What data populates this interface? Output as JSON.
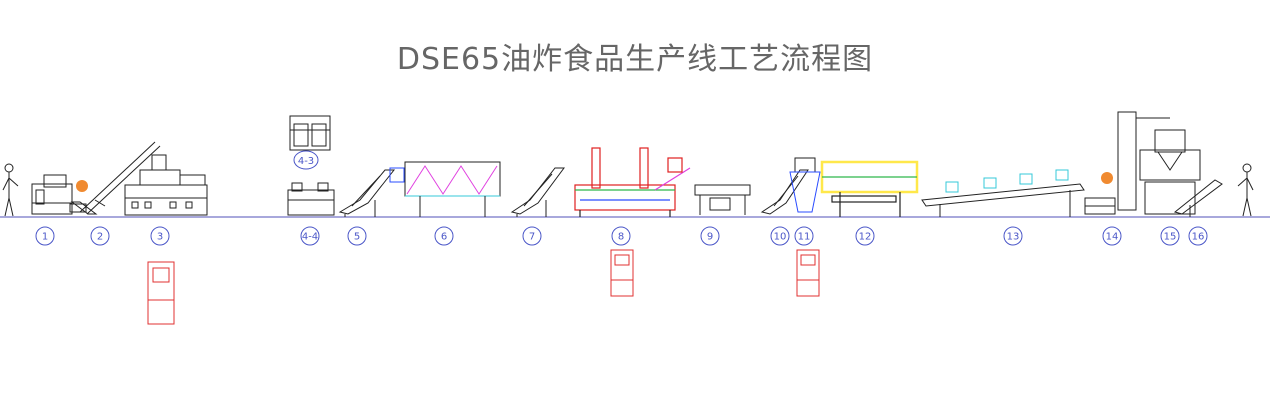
{
  "title": "DSE65油炸食品生产线工艺流程图",
  "colors": {
    "line": "#1a1a1a",
    "floor": "#8c8cd0",
    "label": "#4b57c8",
    "cabinet": "#e03030",
    "blue": "#2a4cff",
    "magenta": "#e040e0",
    "yellow": "#ffe84a",
    "cyan": "#36c8d8",
    "green": "#2db84a",
    "orange": "#f08a30",
    "red": "#e02020"
  },
  "stations": [
    {
      "label": "1"
    },
    {
      "label": "2"
    },
    {
      "label": "3"
    },
    {
      "label": "4-4"
    },
    {
      "label": "5"
    },
    {
      "label": "6"
    },
    {
      "label": "7"
    },
    {
      "label": "8"
    },
    {
      "label": "9"
    },
    {
      "label": "10"
    },
    {
      "label": "11"
    },
    {
      "label": "12"
    },
    {
      "label": "13"
    },
    {
      "label": "14"
    },
    {
      "label": "15"
    },
    {
      "label": "16"
    }
  ],
  "aux_label": "4-3"
}
